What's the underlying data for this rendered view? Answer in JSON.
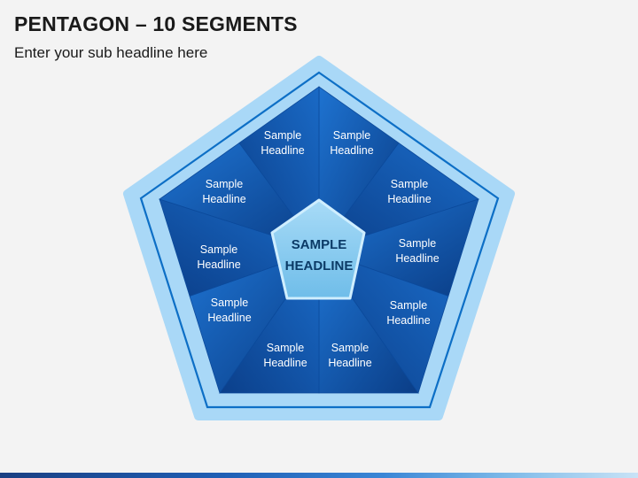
{
  "page": {
    "title": "PENTAGON – 10 SEGMENTS",
    "subtitle": "Enter your sub headline here"
  },
  "diagram": {
    "center": {
      "line1": "SAMPLE",
      "line2": "HEADLINE"
    },
    "segments": [
      {
        "line1": "Sample",
        "line2": "Headline"
      },
      {
        "line1": "Sample",
        "line2": "Headline"
      },
      {
        "line1": "Sample",
        "line2": "Headline"
      },
      {
        "line1": "Sample",
        "line2": "Headline"
      },
      {
        "line1": "Sample",
        "line2": "Headline"
      },
      {
        "line1": "Sample",
        "line2": "Headline"
      },
      {
        "line1": "Sample",
        "line2": "Headline"
      },
      {
        "line1": "Sample",
        "line2": "Headline"
      },
      {
        "line1": "Sample",
        "line2": "Headline"
      },
      {
        "line1": "Sample",
        "line2": "Headline"
      }
    ],
    "colors": {
      "outer_frame": "#a9d8f7",
      "frame_line": "#0d6fc6",
      "segment_light": "#1e73d1",
      "segment_dark": "#0a3d86",
      "center_fill": "#8fcdf2"
    }
  }
}
